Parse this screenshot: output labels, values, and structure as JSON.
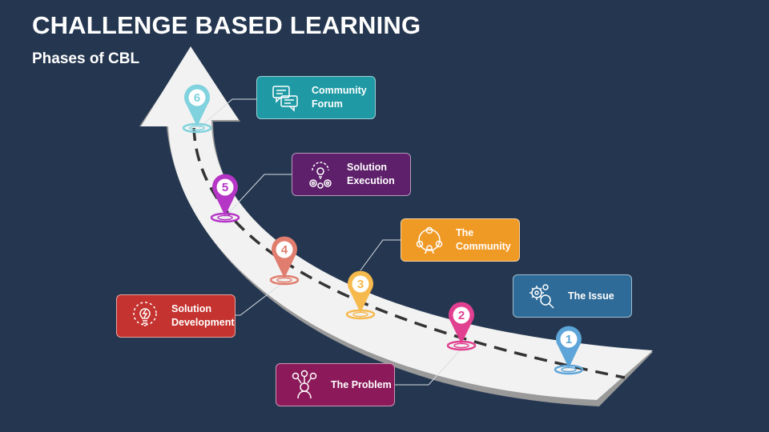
{
  "header": {
    "title": "CHALLENGE BASED LEARNING",
    "subtitle": "Phases of CBL"
  },
  "phases": [
    {
      "number": "1",
      "label": "The Issue",
      "color": "#2e6b98",
      "pin_color": "#5da5d8",
      "icon": "gears-magnifier-icon"
    },
    {
      "number": "2",
      "label": "The Problem",
      "color": "#8c1a5a",
      "pin_color": "#e0408f",
      "icon": "person-ideas-icon"
    },
    {
      "number": "3",
      "label": "The Community",
      "color": "#f09a26",
      "pin_color": "#f6b94d",
      "icon": "people-circle-icon"
    },
    {
      "number": "4",
      "label": "Solution\nDevelopment",
      "color": "#c4332f",
      "pin_color": "#e07d6e",
      "icon": "lightbulb-icon"
    },
    {
      "number": "5",
      "label": "Solution\nExecution",
      "color": "#5e1f6b",
      "pin_color": "#b535c6",
      "icon": "bulb-gears-icon"
    },
    {
      "number": "6",
      "label": "Community\nForum",
      "color": "#1f9aa5",
      "pin_color": "#7fd2de",
      "icon": "chat-bubbles-icon"
    }
  ]
}
